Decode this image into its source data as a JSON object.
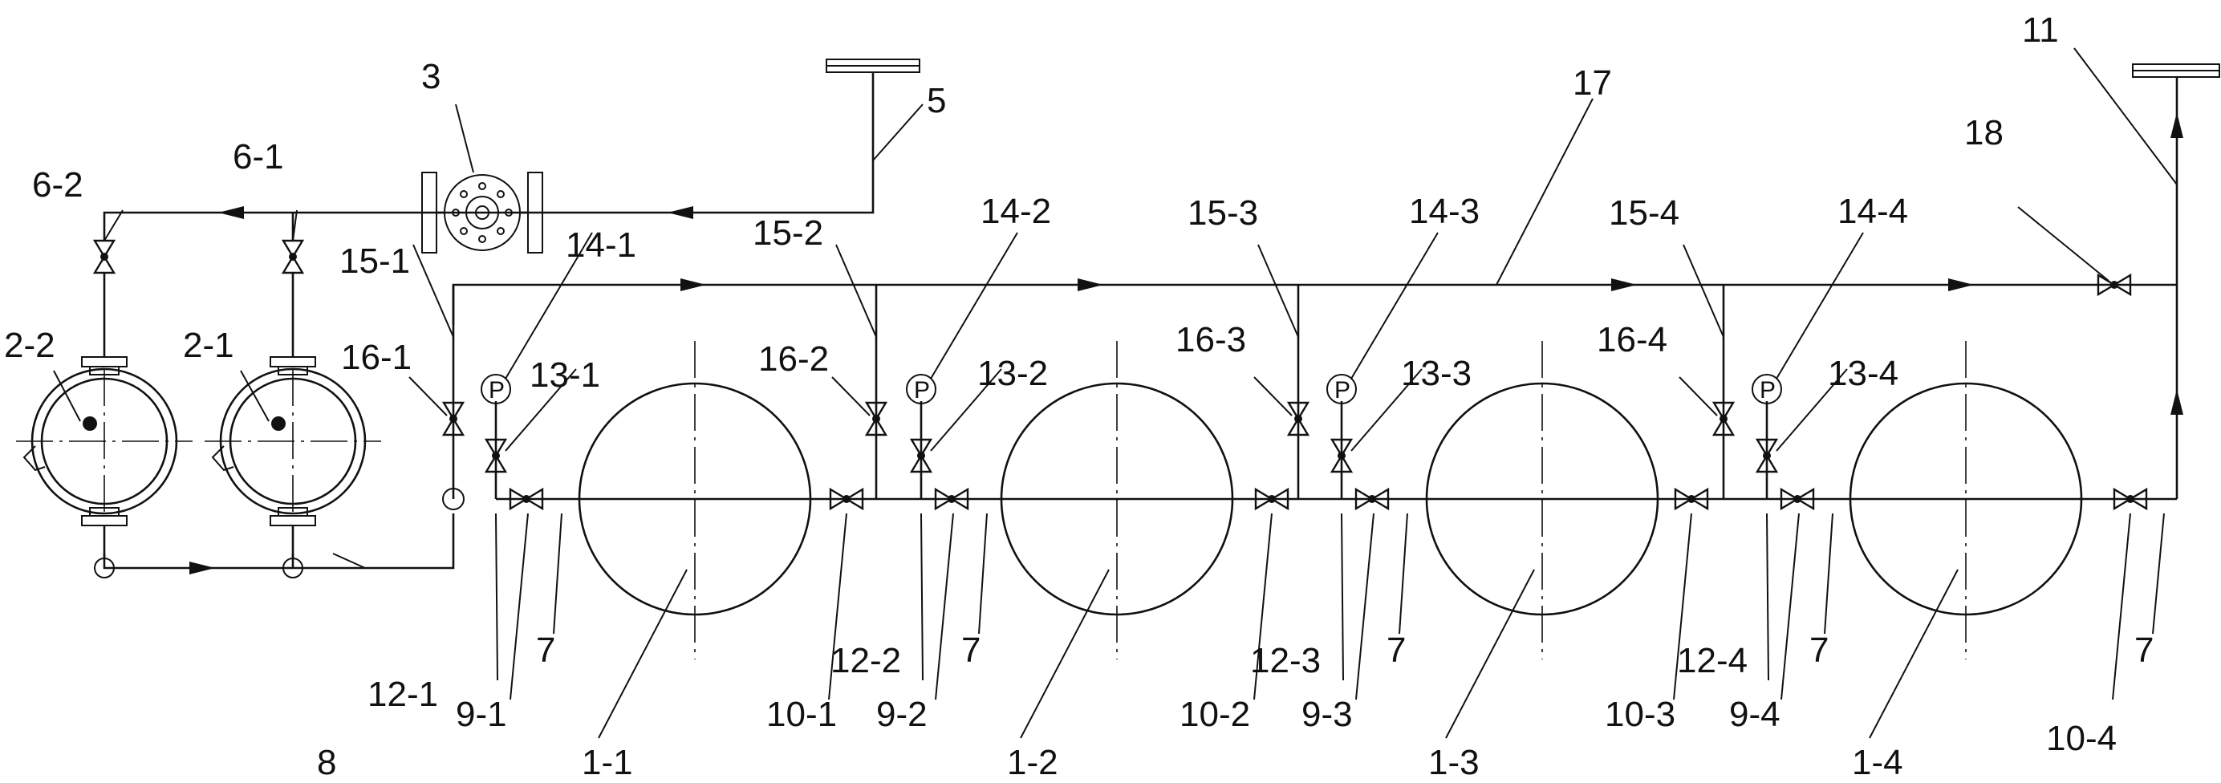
{
  "labels": {
    "l11": "11",
    "l3": "3",
    "l5": "5",
    "l17": "17",
    "l18": "18",
    "l6_2": "6-2",
    "l6_1": "6-1",
    "l2_2": "2-2",
    "l2_1": "2-1",
    "l15_1": "15-1",
    "l14_1": "14-1",
    "l15_2": "15-2",
    "l14_2": "14-2",
    "l15_3": "15-3",
    "l14_3": "14-3",
    "l15_4": "15-4",
    "l14_4": "14-4",
    "l16_1": "16-1",
    "l13_1": "13-1",
    "l16_2": "16-2",
    "l13_2": "13-2",
    "l16_3": "16-3",
    "l13_3": "13-3",
    "l16_4": "16-4",
    "l13_4": "13-4",
    "l12_1": "12-1",
    "l9_1": "9-1",
    "l7_1": "7",
    "l8": "8",
    "l1_1": "1-1",
    "l10_1": "10-1",
    "l12_2": "12-2",
    "l9_2": "9-2",
    "l7_2": "7",
    "l1_2": "1-2",
    "l10_2": "10-2",
    "l12_3": "12-3",
    "l9_3": "9-3",
    "l7_3": "7",
    "l1_3": "1-3",
    "l10_3": "10-3",
    "l12_4": "12-4",
    "l9_4": "9-4",
    "l7_4": "7",
    "l1_4": "1-4",
    "l10_4": "10-4",
    "l7_5": "7"
  },
  "gauge_symbol": "P",
  "colors": {
    "line": "#111111",
    "background": "#ffffff"
  }
}
